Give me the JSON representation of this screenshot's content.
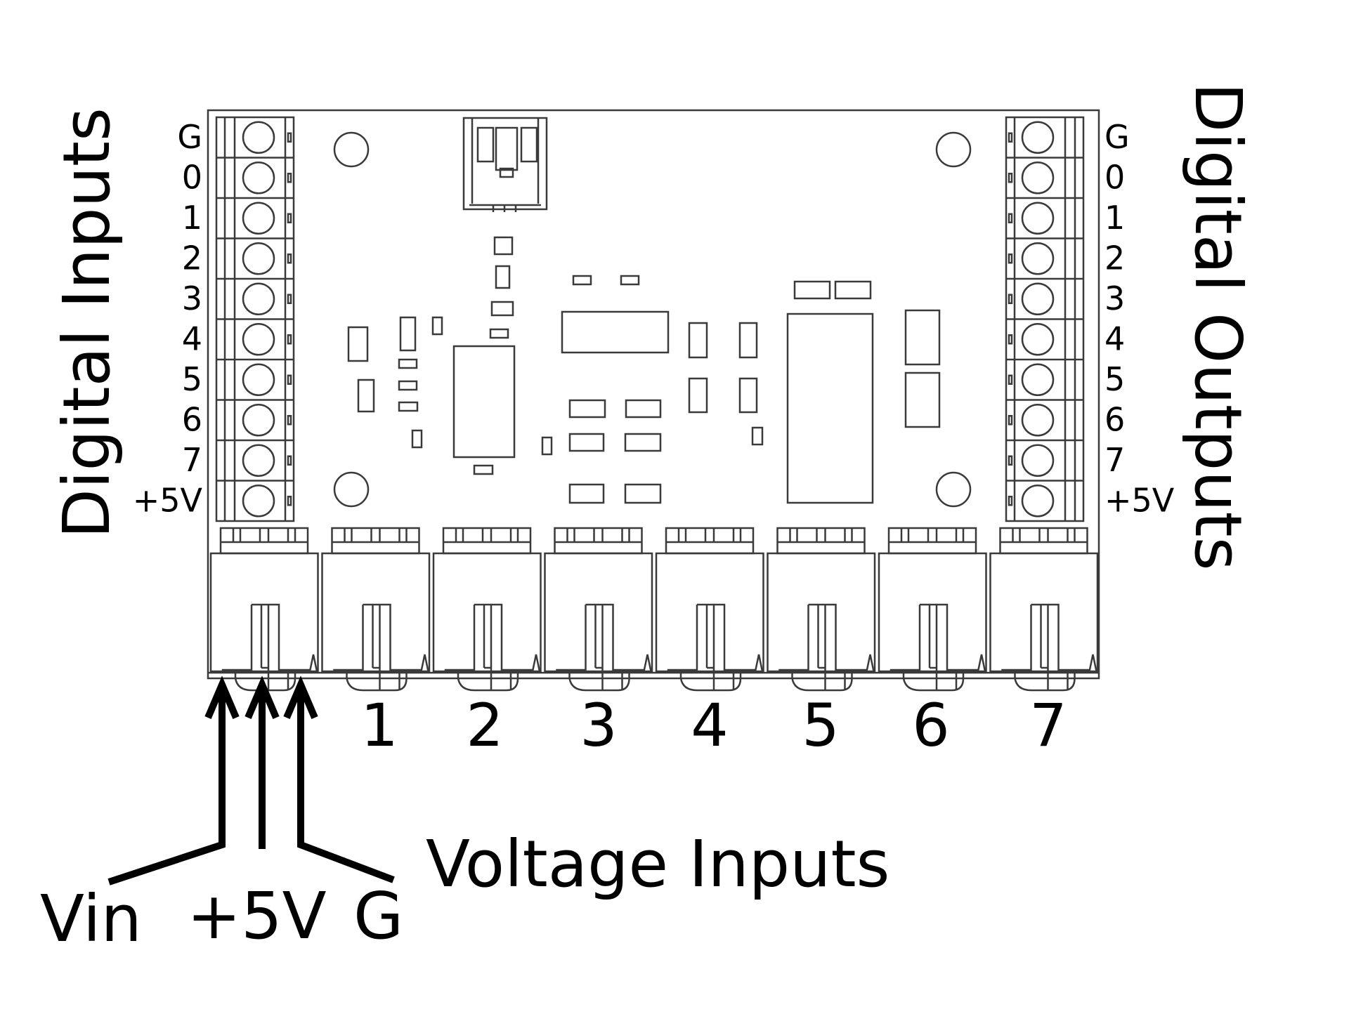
{
  "diagram": {
    "type": "pcb-pinout",
    "left_header": {
      "title": "Digital Inputs",
      "pins": [
        "G",
        "0",
        "1",
        "2",
        "3",
        "4",
        "5",
        "6",
        "7",
        "+5V"
      ]
    },
    "right_header": {
      "title": "Digital Outputs",
      "pins": [
        "G",
        "0",
        "1",
        "2",
        "3",
        "4",
        "5",
        "6",
        "7",
        "+5V"
      ]
    },
    "bottom_connectors": {
      "labels": [
        "1",
        "2",
        "3",
        "4",
        "5",
        "6",
        "7"
      ]
    },
    "power_connector": {
      "title": "Voltage Inputs",
      "pins": [
        "Vin",
        "+5V",
        "G"
      ]
    },
    "colors": {
      "outline": "#3a3a3a",
      "text": "#000000",
      "background": "#ffffff"
    }
  }
}
